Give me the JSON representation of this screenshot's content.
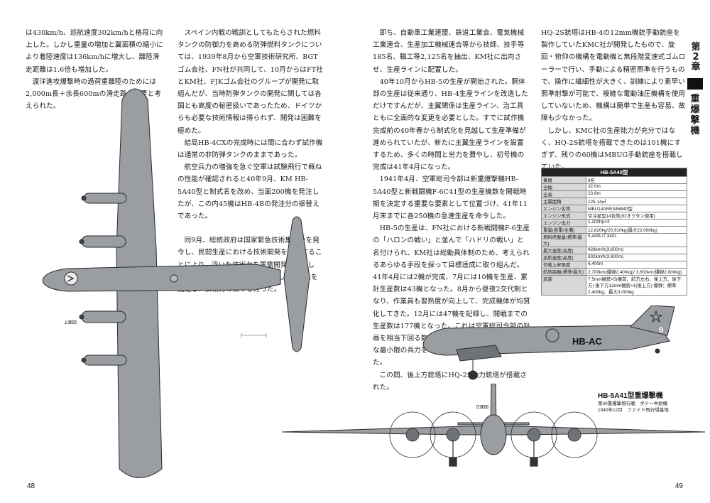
{
  "page_left": {
    "number": "48",
    "col1": [
      "は430km/h、巡航速度302km/hと格段に向上した。しかし重量の増加と翼面積の縮小により着陸速度は136km/hに増大し、離陸滑走距離は1.6倍も増加した。",
      "渡洋進攻爆撃時の過荷重離陸のためには2,000m長＋余長600mの滑走路が必要と考えられた。"
    ],
    "col2": [
      "スペイン内戦の戦訓としてもたらされた燃料タンクの防御力を高める防弾燃料タンクについては、1939年8月から空軍技術研究所、BGTゴム会社、FN社が共同して、10月からはFT社とKM社、FJKゴム会社のグループが開発に取組んだが、当時防弾タンクの開発に関しては各国とも高度の秘密扱いであったため、ドイツからも必要な技術情報は得られず、開発は困難を極めた。",
      "結局HB-4CXの完成時には間に合わず試作機は通常の非防弾タンクのままであった。",
      "航空兵力の増強を急ぐ空軍は試験飛行で概ねの性能が確認されると40年9月、KM HB-5A40型と制式名を改め、当面200機を発注したが、この内45機はHB-4Bの発注分の振替えであった。",
      "同9月、総統政府は国家緊急技術集中令を発令し、民間生産における技術開発を規定することにより、浮いた技術力を軍需開発に指向した。空軍総司令部はその第1号としてKM社を指定し、技術力の集中を行った。"
    ],
    "top_view_label": "上面図"
  },
  "page_right": {
    "number": "49",
    "col3": [
      "即ち、自動車工業連盟、鉄道工業会、電気機械工業連合、生産加工機械連合等から技師、技手等185名、職工等2,125名を抽出、KM社に出向させ、生産ラインに配置した。",
      "40年10月からHB-5の生産が開始された。胴体部の生産は従来通り、HB-4生産ラインを改造しただけですんだが、主翼関係は生産ライン、治工具ともに全面的な変更を必要とした。すでに試作機完成前の40年春から制式化を見越して生産準備が進められていたが、新たに主翼生産ラインを設置するため、多くの時間と労力を費やし、初号機の完成は41年4月になった。",
      "1941年4月、空軍総司令部は新重爆撃機HB-5A40型と新戦闘機F-6C41型の生産機数を開戦時期を決定する重要な要素として位置づけ、41年11月末までに各250機の急速生産を命令した。",
      "HB-5の生産は、FN社における新戦闘機F-6生産の「ハロンの戦い」と並んで「ハドリの戦い」と名付けられ、KM社は総動員体制のため、考えられるあらゆる手段を採って目標達成に取り組んだ。41年4月には2機が完成、7月には10機を生産、累計生産数は43機となった。8月から昼夜2交代制となり、作業員も習熟度が向上して、完成機体が均質化してきた。12月には47機を記録し、開戦までの生産数は177機となった。これは空軍総司令部の計画を相当下回る数ではあったが、作戦遂行に必要な最小限の兵力を辛うじて確保することができた。",
      "この間、後上方銃塔にHQ-2S動力銃塔が搭載された。"
    ],
    "col4": [
      "HQ-2S銃塔はHB-4の12mm機銃手動銃座を製作していたKMC社が開発したもので、旋回・俯仰の機構を電動機と無段階変速式ゴムローラーで行い、手動による精密照準を行うもので、操作に繊細性が大きく、訓練により素早い照準射撃が可能で、複雑な電動油圧機構を使用していないため、機構は簡単で生産も容易、故障も少なかった。",
      "しかし、KMC社の生産能力が充分ではなく、HQ-2S銃塔を搭載できたのは101機にすぎず、残りの60機はMBUG手動銃座を搭載していた。"
    ],
    "chapter_number": "第2章",
    "chapter_title": "重爆撃機",
    "spec_table": {
      "title": "HB-5A40型",
      "rows": [
        [
          "乗員",
          "8名"
        ],
        [
          "全幅",
          "32.0m"
        ],
        [
          "全長",
          "23.8m"
        ],
        [
          "主翼面積",
          "125.14㎡"
        ],
        [
          "エンジン名称",
          "MBU14ARE346B40型"
        ],
        [
          "エンジン形式",
          "空冷星型14気筒(92オクタン使用)"
        ],
        [
          "エンジン出力",
          "1,200hp×4"
        ],
        [
          "重量(自重/全備)",
          "12,820kg/20,910kg(最大22,000kg)"
        ],
        [
          "燃料搭載量(標準/最大)",
          "5,440L/7,340L"
        ],
        [
          "最大速度(高度)",
          "428km/h(3,600m)"
        ],
        [
          "巡航速度(高度)",
          "302km/h(3,600m)"
        ],
        [
          "作戦上昇限度",
          "6,400m"
        ],
        [
          "航続距離(標準/最大)",
          "2,700km(爆弾2,400kg)/ 3,600km(爆弾2,000kg)"
        ],
        [
          "武装",
          "7.5mm機銃×5(機首、前方左右、後上方、後下方) 後下方12mm機銃×1(後上方) 爆弾：標準2,400kg、最大3,000kg"
        ]
      ]
    },
    "plane_caption_title": "HB-5A41型重爆撃機",
    "plane_caption_line1": "第30重爆撃飛行戦　ダドー中尉機",
    "plane_caption_line2": "1940年12月　ファイド飛行場基地",
    "front_view_label": "正面図",
    "markings": {
      "code": "HB-AC",
      "tail_number": "9"
    }
  },
  "colors": {
    "aircraft": "#9a9da2",
    "aircraft_dark": "#6f7277",
    "outline": "#2a2a2a"
  }
}
